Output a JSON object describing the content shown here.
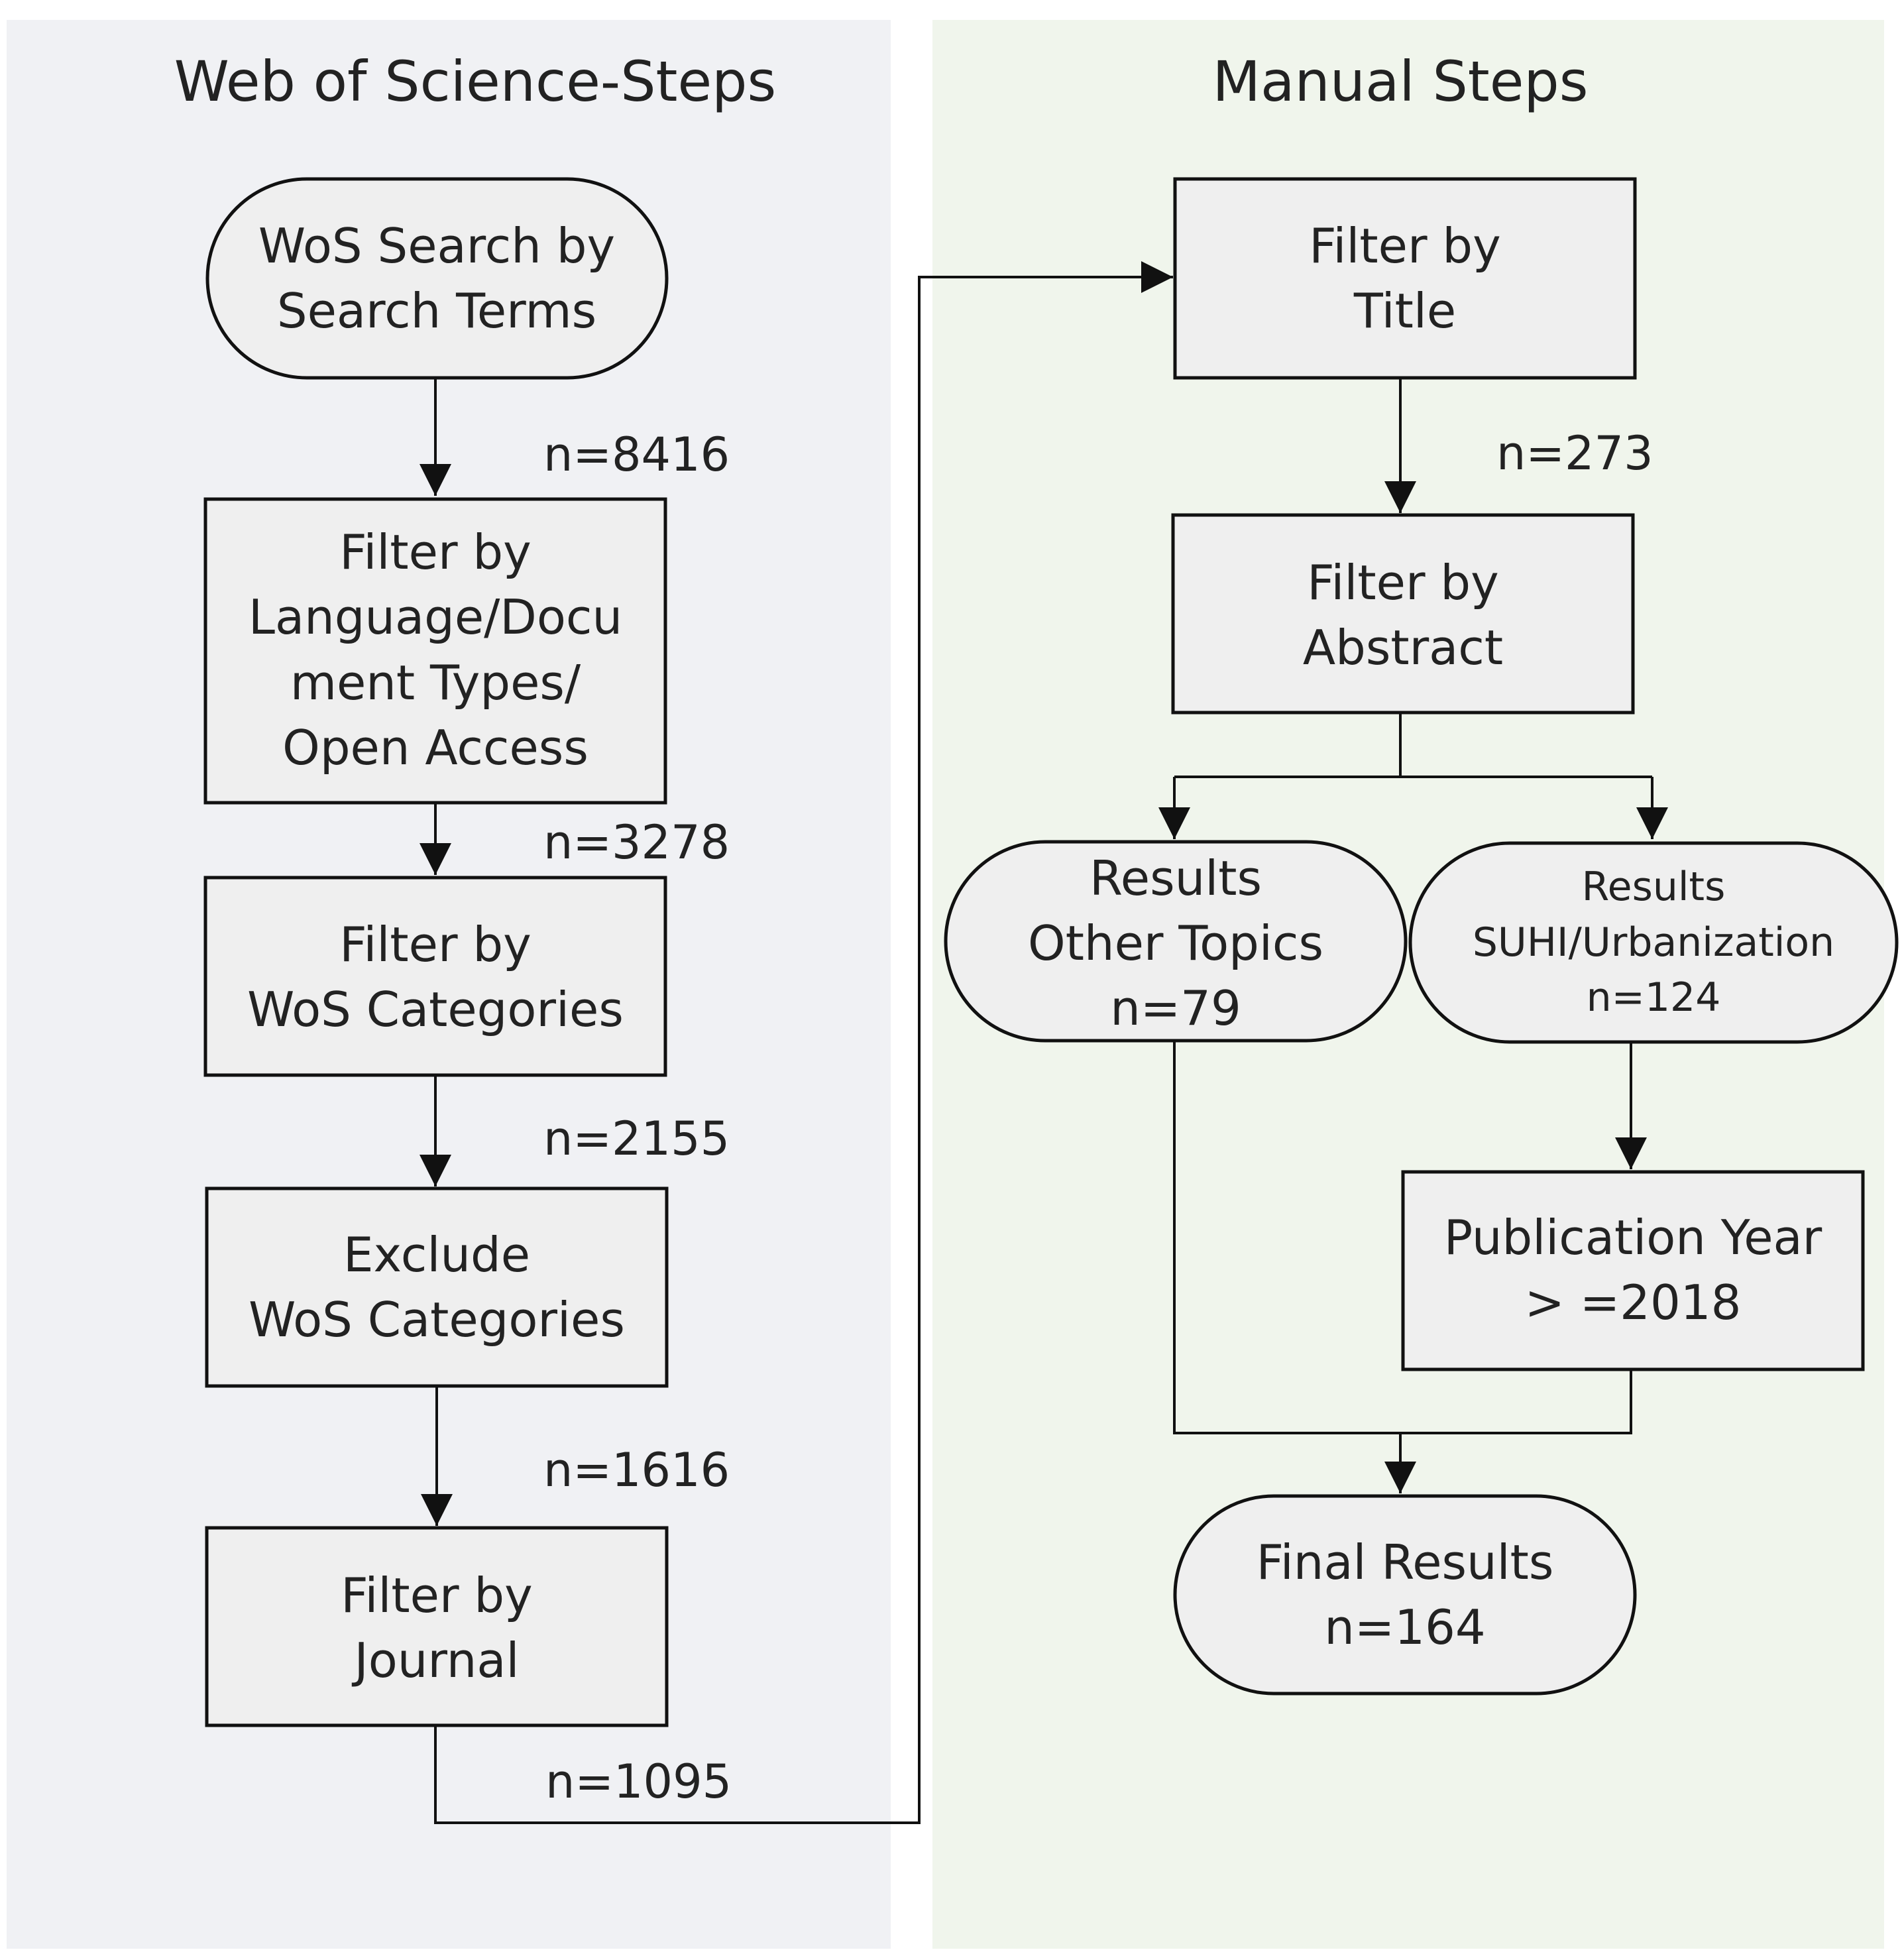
{
  "panels": {
    "wos": {
      "title": "Web of Science-Steps"
    },
    "manual": {
      "title": "Manual Steps"
    }
  },
  "nodes": {
    "wos_search": {
      "shape": "terminal",
      "lines": [
        "WoS Search by",
        "Search Terms"
      ]
    },
    "filter_language": {
      "shape": "process",
      "lines": [
        "Filter by",
        "Language/Docu",
        "ment Types/",
        "Open Access"
      ]
    },
    "filter_wos_categories": {
      "shape": "process",
      "lines": [
        "Filter by",
        "WoS Categories"
      ]
    },
    "exclude_wos_categories": {
      "shape": "process",
      "lines": [
        "Exclude",
        "WoS Categories"
      ]
    },
    "filter_journal": {
      "shape": "process",
      "lines": [
        "Filter by",
        "Journal"
      ]
    },
    "filter_title": {
      "shape": "process",
      "lines": [
        "Filter by",
        "Title"
      ]
    },
    "filter_abstract": {
      "shape": "process",
      "lines": [
        "Filter by",
        "Abstract"
      ]
    },
    "results_other": {
      "shape": "terminal",
      "lines": [
        "Results",
        "Other Topics",
        "n=79"
      ]
    },
    "results_suhi": {
      "shape": "terminal",
      "lines": [
        "Results",
        "SUHI/Urbanization",
        "n=124"
      ]
    },
    "publication_year": {
      "shape": "process",
      "lines": [
        "Publication Year",
        "> =2018"
      ]
    },
    "final_results": {
      "shape": "terminal",
      "lines": [
        "Final Results",
        "n=164"
      ]
    }
  },
  "counts": {
    "after_search": "n=8416",
    "after_language": "n=3278",
    "after_categories": "n=2155",
    "after_exclude": "n=1616",
    "after_journal": "n=1095",
    "after_title": "n=273"
  },
  "colors": {
    "wos_panel": "#f0f1f4",
    "manual_panel": "#f0f5ec",
    "node_fill": "#efefef",
    "stroke": "#111111"
  }
}
